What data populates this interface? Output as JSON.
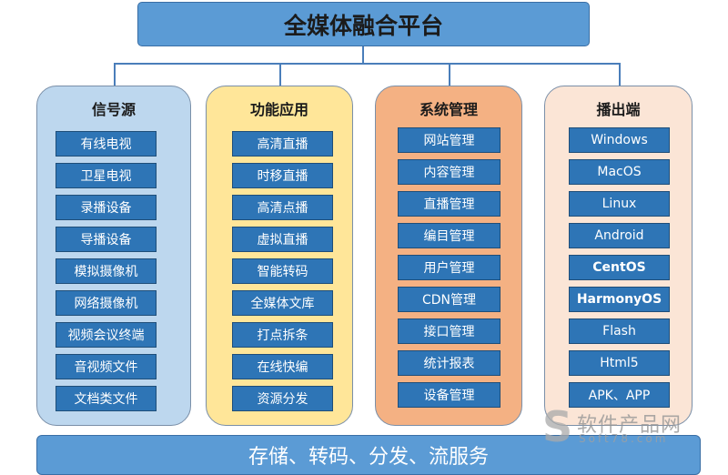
{
  "title": "全媒体融合平台",
  "columns": [
    {
      "title": "信号源",
      "bg": "#bdd7ee",
      "items": [
        "有线电视",
        "卫星电视",
        "录播设备",
        "导播设备",
        "模拟摄像机",
        "网络摄像机",
        "视频会议终端",
        "音视频文件",
        "文档类文件"
      ]
    },
    {
      "title": "功能应用",
      "bg": "#ffe699",
      "items": [
        "高清直播",
        "时移直播",
        "高清点播",
        "虚拟直播",
        "智能转码",
        "全媒体文库",
        "打点拆条",
        "在线快编",
        "资源分发"
      ]
    },
    {
      "title": "系统管理",
      "bg": "#f4b183",
      "items": [
        "网站管理",
        "内容管理",
        "直播管理",
        "编目管理",
        "用户管理",
        "CDN管理",
        "接口管理",
        "统计报表",
        "设备管理"
      ]
    },
    {
      "title": "播出端",
      "bg": "#fbe5d6",
      "items": [
        "Windows",
        "MacOS",
        "Linux",
        "Android",
        "CentOS",
        "HarmonyOS",
        "Flash",
        "Html5",
        "APK、APP"
      ]
    }
  ],
  "bottom": "存储、转码、分发、流服务",
  "watermark": {
    "letter": "S",
    "cn": "软件产品网",
    "en": "Soft78.com"
  }
}
